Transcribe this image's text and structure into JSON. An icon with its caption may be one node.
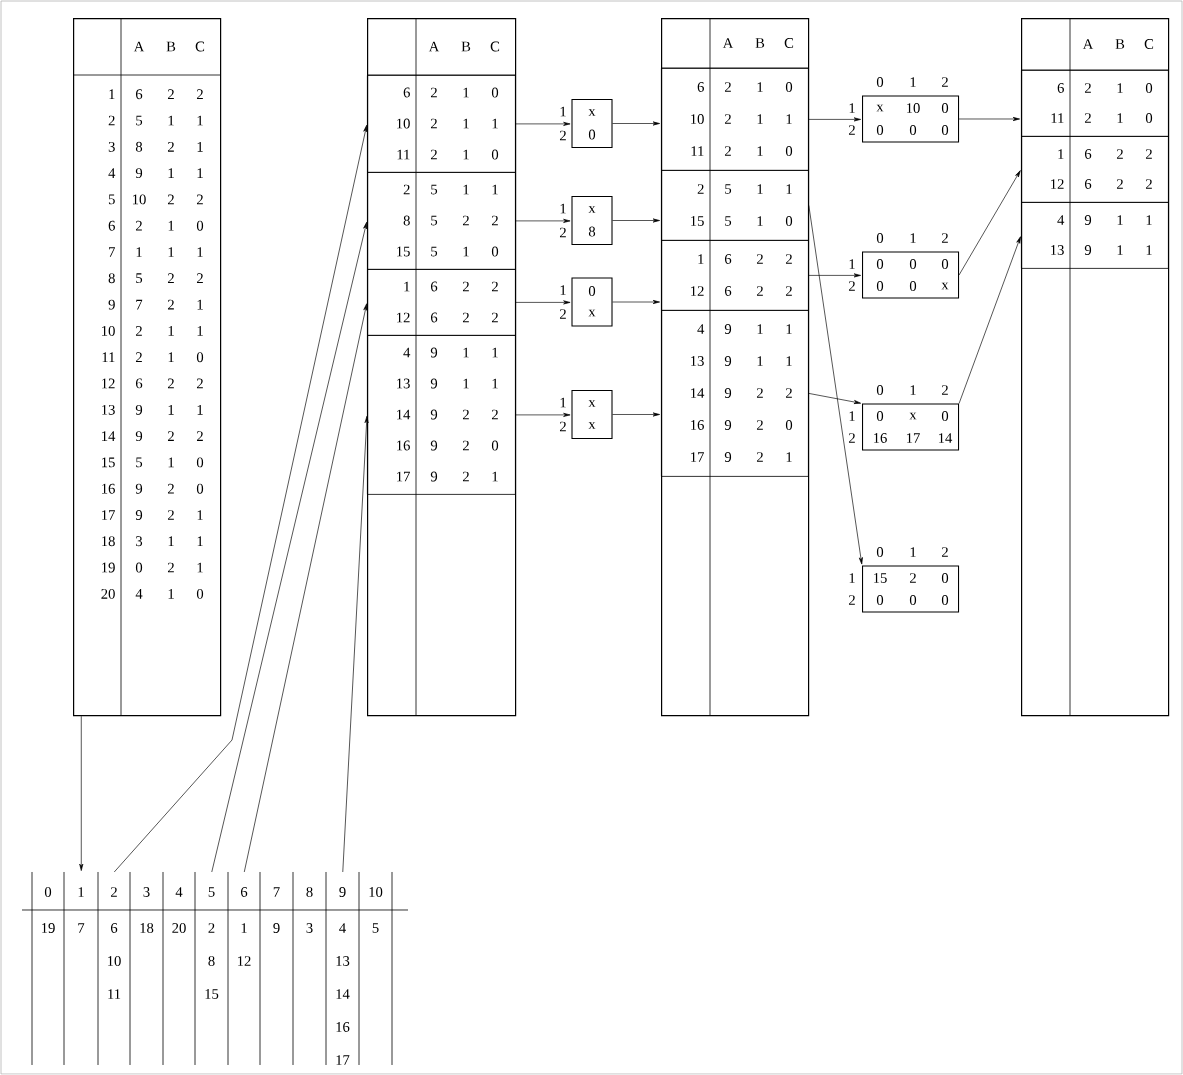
{
  "diagram": {
    "nodes": [
      {
        "text": [
          "A",
          "B",
          "C"
        ]
      },
      {
        "text": [
          "1",
          "6",
          "2",
          "2",
          "2",
          "5",
          "1",
          "1",
          "3",
          "8",
          "2",
          "1",
          "4",
          "9",
          "1",
          "1",
          "5",
          "10",
          "2",
          "2",
          "6",
          "2",
          "1",
          "0",
          "7",
          "1",
          "1",
          "1",
          "8",
          "5",
          "2",
          "2",
          "9",
          "7",
          "2",
          "1",
          "10",
          "2",
          "1",
          "1",
          "11",
          "2",
          "1",
          "0",
          "12",
          "6",
          "2",
          "2",
          "13",
          "9",
          "1",
          "1",
          "14",
          "9",
          "2",
          "2",
          "15",
          "5",
          "1",
          "0",
          "16",
          "9",
          "2",
          "0",
          "17",
          "9",
          "2",
          "1",
          "18",
          "3",
          "1",
          "1",
          "19",
          "0",
          "2",
          "1",
          "20",
          "4",
          "1",
          "0"
        ],
        "in": 0
      },
      {
        "text": [
          "A",
          "B",
          "C"
        ]
      },
      {
        "text": [
          "6",
          "2",
          "1",
          "0",
          "10",
          "2",
          "1",
          "1",
          "11",
          "2",
          "1",
          "0"
        ],
        "in": 2
      },
      {
        "text": [
          "2",
          "5",
          "1",
          "1",
          "8",
          "5",
          "2",
          "2",
          "15",
          "5",
          "1",
          "0"
        ],
        "in": 2
      },
      {
        "text": [
          "1",
          "6",
          "2",
          "2",
          "12",
          "6",
          "2",
          "2"
        ],
        "in": 2
      },
      {
        "text": [
          "4",
          "9",
          "1",
          "1",
          "13",
          "9",
          "1",
          "1",
          "14",
          "9",
          "2",
          "2",
          "16",
          "9",
          "2",
          "0",
          "17",
          "9",
          "2",
          "1"
        ],
        "in": 2
      },
      {
        "text": [
          "A",
          "B",
          "C"
        ]
      },
      {
        "text": [
          "6",
          "2",
          "1",
          "0",
          "10",
          "2",
          "1",
          "1",
          "11",
          "2",
          "1",
          "0"
        ],
        "in": 7
      },
      {
        "text": [
          "2",
          "5",
          "1",
          "1",
          "15",
          "5",
          "1",
          "0"
        ],
        "in": 7
      },
      {
        "text": [
          "1",
          "6",
          "2",
          "2",
          "12",
          "6",
          "2",
          "2"
        ],
        "in": 7
      },
      {
        "text": [
          "4",
          "9",
          "1",
          "1",
          "13",
          "9",
          "1",
          "1",
          "14",
          "9",
          "2",
          "2",
          "16",
          "9",
          "2",
          "0",
          "17",
          "9",
          "2",
          "1"
        ],
        "in": 7
      },
      {
        "text": [
          "A",
          "B",
          "C"
        ]
      },
      {
        "text": [
          "6",
          "2",
          "1",
          "0",
          "11",
          "2",
          "1",
          "0"
        ],
        "in": 12
      },
      {
        "text": [
          "1",
          "6",
          "2",
          "2",
          "12",
          "6",
          "2",
          "2"
        ],
        "in": 12
      },
      {
        "text": [
          "4",
          "9",
          "1",
          "1",
          "13",
          "9",
          "1",
          "1"
        ],
        "in": 12
      },
      {
        "text": [
          "x",
          "0"
        ],
        "beside": [
          "1",
          "2"
        ]
      },
      {
        "text": [
          "x",
          "8"
        ],
        "beside": [
          "1",
          "2"
        ]
      },
      {
        "text": [
          "0",
          "x"
        ],
        "beside": [
          "1",
          "2"
        ]
      },
      {
        "text": [
          "x",
          "x"
        ],
        "beside": [
          "1",
          "2"
        ]
      },
      {
        "text": [
          "x",
          "10",
          "0",
          "0",
          "0",
          "0"
        ],
        "beside": [
          "0",
          "1",
          "2",
          "1",
          "2"
        ]
      },
      {
        "text": [
          "0",
          "0",
          "0",
          "0",
          "0",
          "x"
        ],
        "beside": [
          "0",
          "1",
          "2",
          "1",
          "2"
        ]
      },
      {
        "text": [
          "0",
          "x",
          "0",
          "16",
          "17",
          "14"
        ],
        "beside": [
          "0",
          "1",
          "2",
          "1",
          "2"
        ]
      },
      {
        "text": [
          "15",
          "2",
          "0",
          "0",
          "0",
          "0"
        ],
        "beside": [
          "0",
          "1",
          "2",
          "1",
          "2"
        ]
      },
      {
        "text": [
          "0",
          "19"
        ]
      },
      {
        "text": [
          "1",
          "7"
        ]
      },
      {
        "text": [
          "2",
          "6",
          "10",
          "11"
        ]
      },
      {
        "text": [
          "3",
          "18"
        ]
      },
      {
        "text": [
          "4",
          "20"
        ]
      },
      {
        "text": [
          "5",
          "2",
          "8",
          "15"
        ]
      },
      {
        "text": [
          "6",
          "1",
          "12"
        ]
      },
      {
        "text": [
          "7",
          "9"
        ]
      },
      {
        "text": [
          "8",
          "3"
        ]
      },
      {
        "text": [
          "9",
          "4",
          "13",
          "14",
          "16",
          "17"
        ]
      },
      {
        "text": [
          "10",
          "5"
        ]
      }
    ],
    "edges": [
      {
        "from": 0,
        "to": 25,
        "arrow": "to"
      },
      {
        "from": 26,
        "to": 3,
        "arrow": "to"
      },
      {
        "from": 29,
        "to": 4,
        "arrow": "to"
      },
      {
        "from": 30,
        "to": 5,
        "arrow": "to"
      },
      {
        "from": 33,
        "to": 6,
        "arrow": "to"
      },
      {
        "from": 3,
        "to": 16,
        "arrow": "to"
      },
      {
        "from": 4,
        "to": 17,
        "arrow": "to"
      },
      {
        "from": 5,
        "to": 18,
        "arrow": "to"
      },
      {
        "from": 6,
        "to": 19,
        "arrow": "to"
      },
      {
        "from": 16,
        "to": 8,
        "arrow": "to"
      },
      {
        "from": 17,
        "to": 9,
        "arrow": "to"
      },
      {
        "from": 18,
        "to": 10,
        "arrow": "to"
      },
      {
        "from": 19,
        "to": 11,
        "arrow": "to"
      },
      {
        "from": 8,
        "to": 20,
        "arrow": "to"
      },
      {
        "from": 9,
        "to": 23,
        "arrow": "to"
      },
      {
        "from": 10,
        "to": 21,
        "arrow": "to"
      },
      {
        "from": 11,
        "to": 22,
        "arrow": "to"
      },
      {
        "from": 20,
        "to": 13,
        "arrow": "to"
      },
      {
        "from": 21,
        "to": 14,
        "arrow": "to"
      },
      {
        "from": 22,
        "to": 15,
        "arrow": "to"
      }
    ]
  }
}
